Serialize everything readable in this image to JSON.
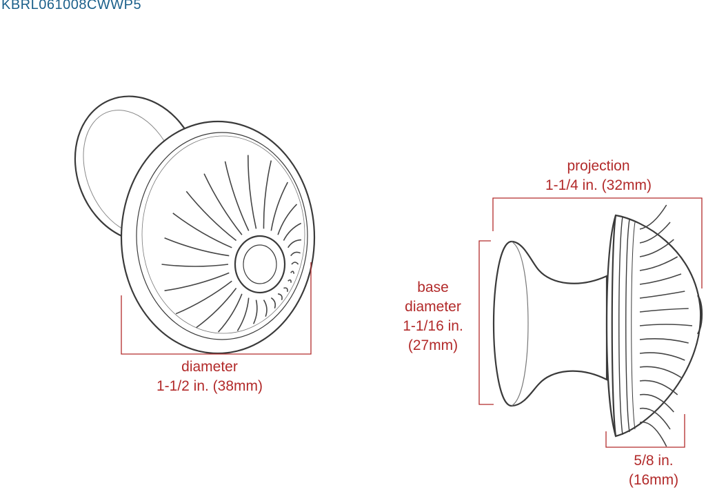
{
  "sku": "KBRL061008CWWP5",
  "colors": {
    "sku_text": "#1a5f8a",
    "dimension": "#b22a2a",
    "outline": "#3a3a3a",
    "knob_fill": "#ffffff"
  },
  "dimensions": {
    "diameter": {
      "label": "diameter",
      "value": "1-1/2 in. (38mm)"
    },
    "projection": {
      "label": "projection",
      "value": "1-1/4 in. (32mm)"
    },
    "base_diameter": {
      "label_line1": "base",
      "label_line2": "diameter",
      "value_in": "1-1/16 in.",
      "value_mm": "(27mm)"
    },
    "head_depth": {
      "value_in": "5/8 in.",
      "value_mm": "(16mm)"
    }
  },
  "icons": {
    "front_view": "knob-front-view-icon",
    "side_view": "knob-side-view-icon"
  }
}
